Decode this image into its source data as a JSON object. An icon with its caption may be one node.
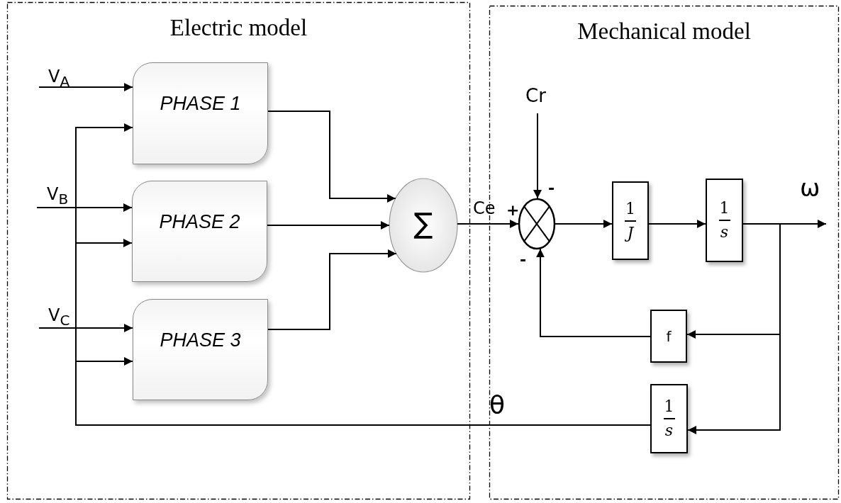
{
  "diagram": {
    "nodes": [
      {
        "text": [
          "Electric model"
        ]
      },
      {
        "text": [
          "Mechanical model"
        ]
      },
      {
        "text": [
          "PHASE 1"
        ],
        "in": 0
      },
      {
        "text": [
          "PHASE 2"
        ],
        "in": 0
      },
      {
        "text": [
          "PHASE 3"
        ],
        "in": 0
      },
      {
        "text": [
          "∑"
        ],
        "in": 0
      },
      {
        "text": [],
        "shape": "circle",
        "in": 1
      },
      {
        "text": [
          "1",
          "J"
        ],
        "in": 1
      },
      {
        "text": [
          "1",
          "s"
        ],
        "in": 1
      },
      {
        "text": [
          "f"
        ],
        "in": 1
      },
      {
        "text": [
          "1",
          "s"
        ],
        "in": 1
      }
    ],
    "edges": [
      {
        "from": null,
        "to": 2,
        "arrow": "to",
        "label": "V$_{A}$"
      },
      {
        "from": null,
        "to": 3,
        "arrow": "to",
        "label": "V$_{B}$"
      },
      {
        "from": null,
        "to": 4,
        "arrow": "to",
        "label": "V$_{C}$"
      },
      {
        "from": 2,
        "to": 5,
        "arrow": "to"
      },
      {
        "from": 3,
        "to": 5,
        "arrow": "to"
      },
      {
        "from": 4,
        "to": 5,
        "arrow": "to"
      },
      {
        "from": 5,
        "to": 6,
        "arrow": "to",
        "label": "Ce"
      },
      {
        "from": null,
        "to": 6,
        "arrow": "to",
        "label": "Cr"
      },
      {
        "from": 9,
        "to": 6,
        "arrow": "to"
      },
      {
        "from": 6,
        "to": 7,
        "arrow": "to"
      },
      {
        "from": 7,
        "to": 8,
        "arrow": "to"
      },
      {
        "from": 8,
        "to": null,
        "arrow": "to",
        "label": "ω"
      },
      {
        "from": 8,
        "to": 9,
        "arrow": "to"
      },
      {
        "from": 8,
        "to": 10,
        "arrow": "to"
      },
      {
        "from": 10,
        "to": 2,
        "arrow": "to",
        "label": "θ"
      },
      {
        "from": 10,
        "to": 3,
        "arrow": "to"
      },
      {
        "from": 10,
        "to": 4,
        "arrow": "to"
      }
    ],
    "labels": [
      "-",
      "+",
      "-"
    ]
  }
}
